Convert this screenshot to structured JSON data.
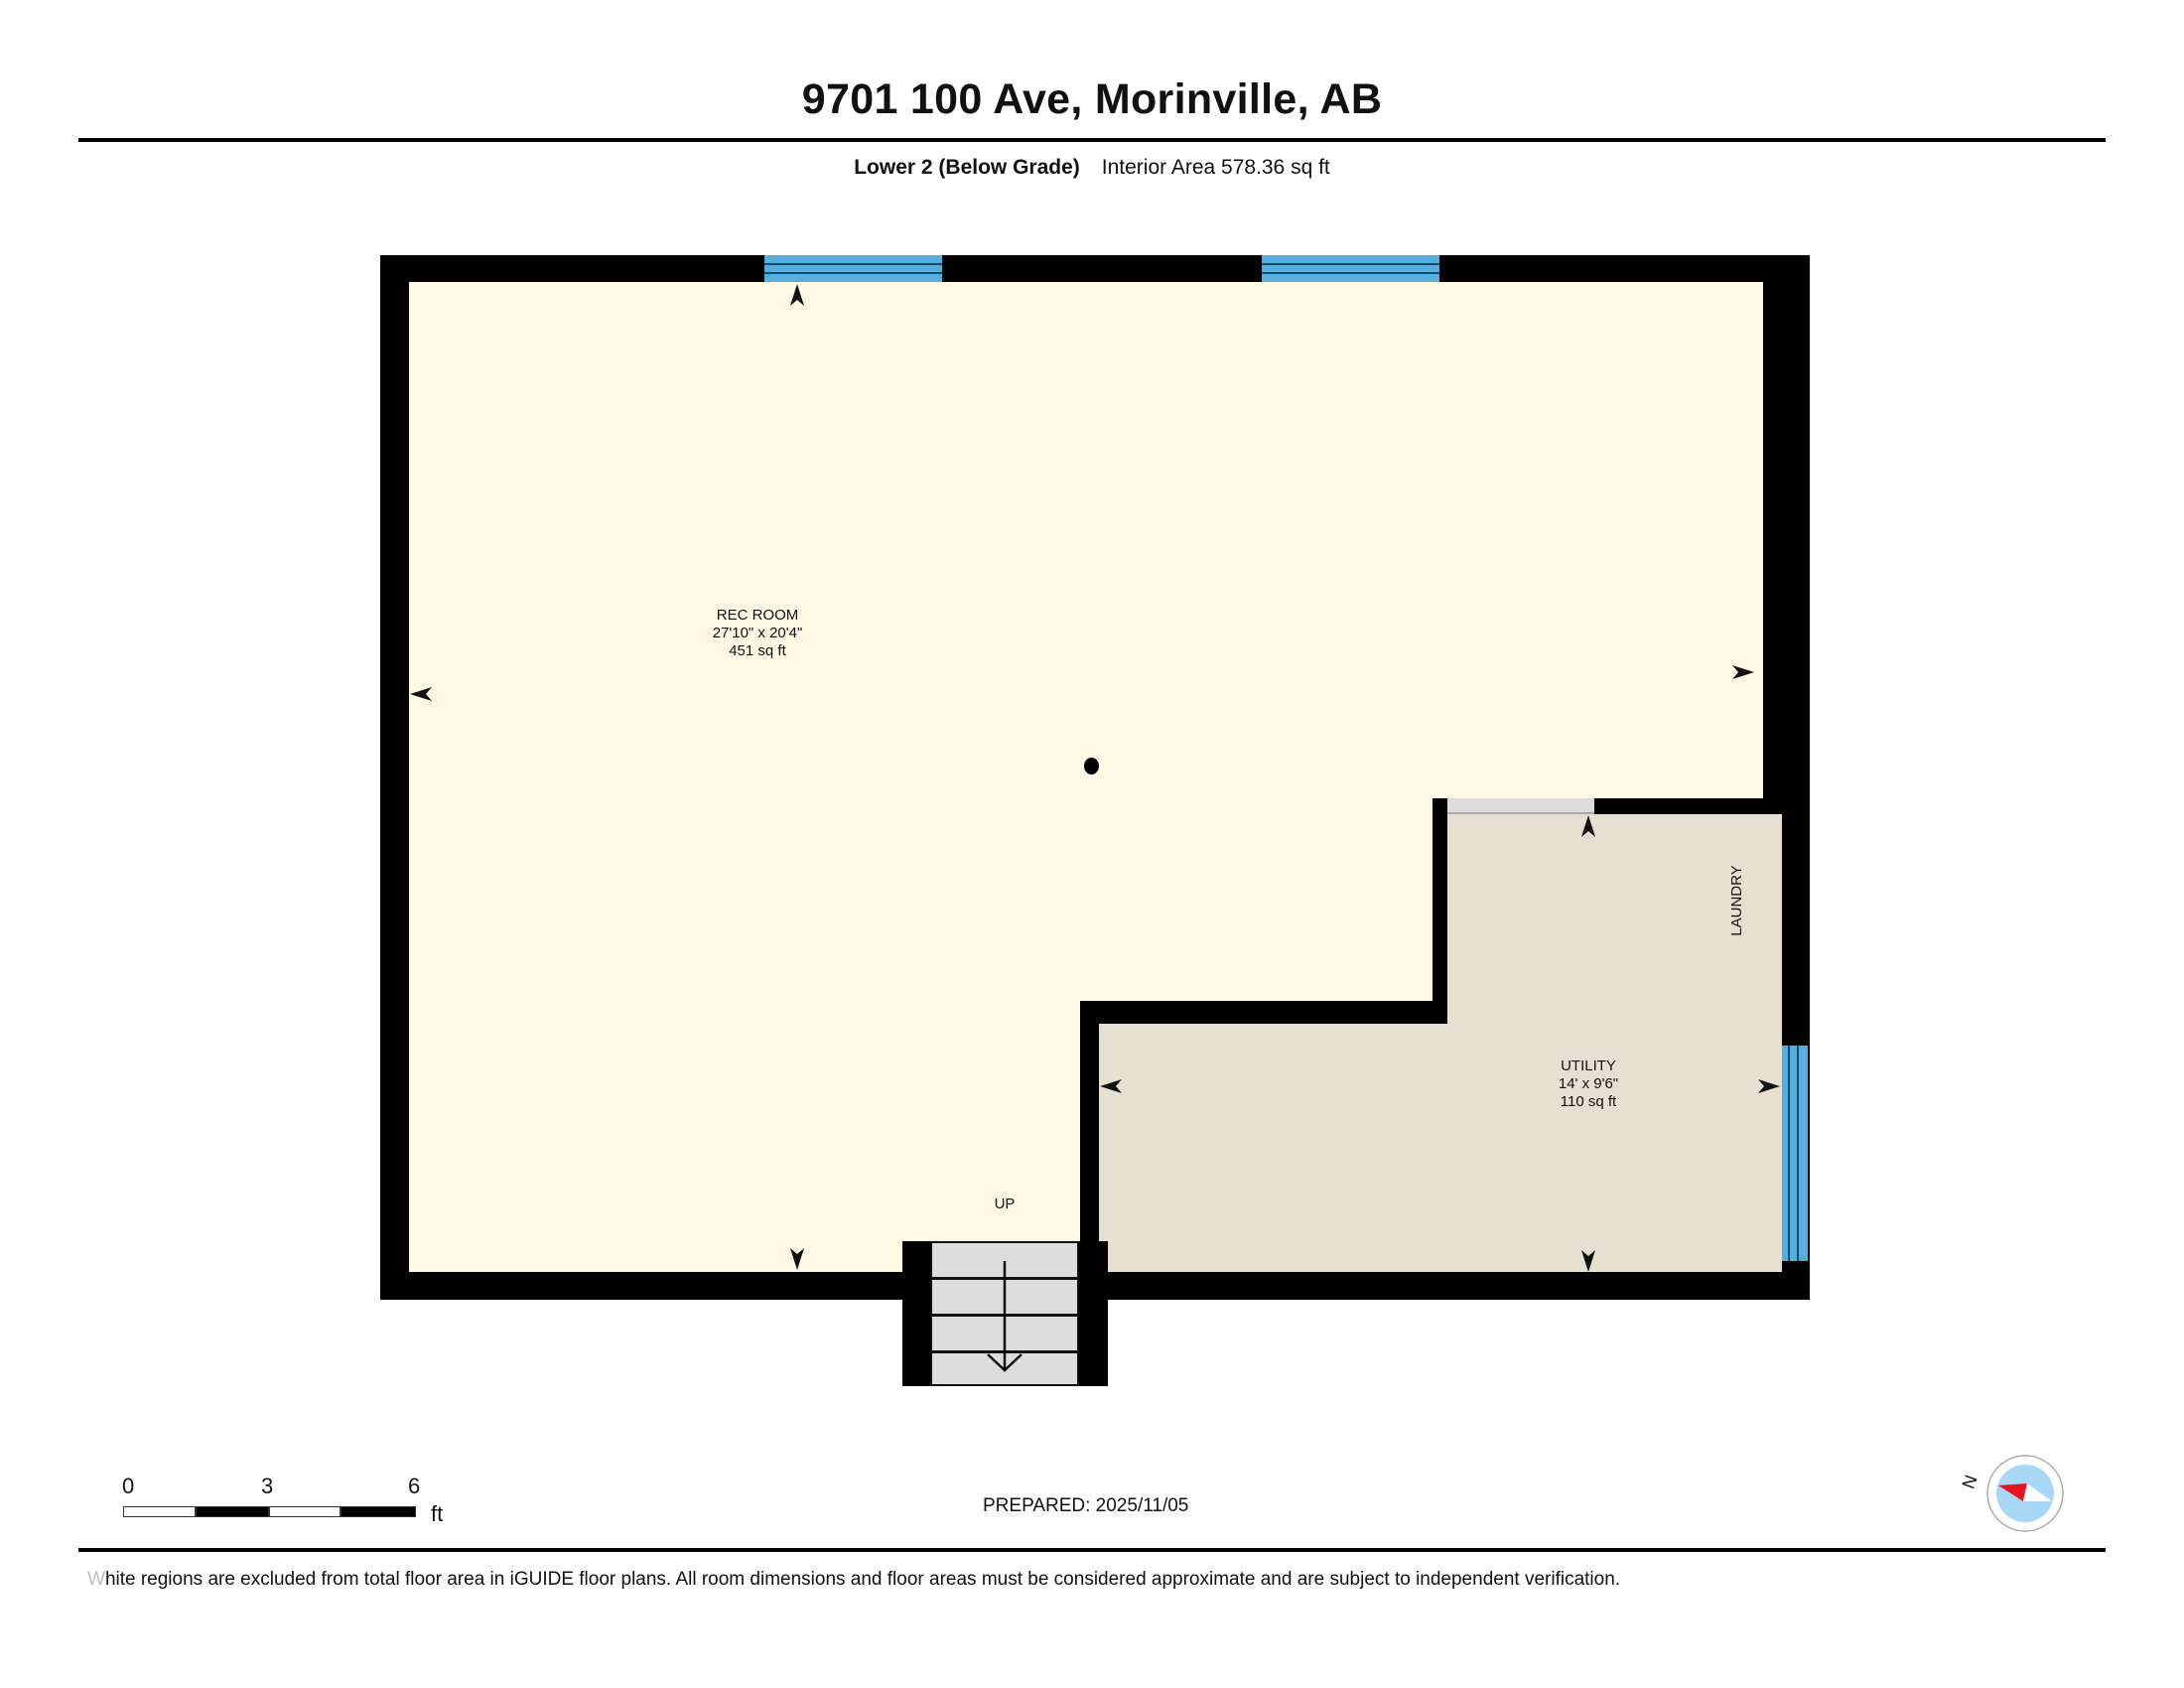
{
  "header": {
    "title": "9701 100 Ave, Morinville, AB",
    "level_label": "Lower 2 (Below Grade)",
    "interior_area": "Interior Area 578.36 sq ft"
  },
  "rooms": [
    {
      "name": "REC ROOM",
      "dimensions": "27'10\" x 20'4\"",
      "area": "451 sq ft",
      "color": "#fef8e4"
    },
    {
      "name": "UTILITY",
      "dimensions": "14' x 9'6\"",
      "area": "110 sq ft",
      "color": "#e7dfd1"
    }
  ],
  "annotations": {
    "laundry": "LAUNDRY",
    "stairs": "UP"
  },
  "scale_bar": {
    "ticks": [
      "0",
      "3",
      "6"
    ],
    "unit": "ft"
  },
  "prepared": "PREPARED: 2025/11/05",
  "compass": {
    "north_label": "N"
  },
  "footer": {
    "first_letter": "W",
    "disclaimer_rest": "hite regions are excluded from total floor area in iGUIDE floor plans. All room dimensions and floor areas must be considered approximate and are subject to independent verification."
  },
  "colors": {
    "wall": "#000000",
    "window": "#55aedd",
    "rec_room": "#fef8e4",
    "utility": "#e7dfd1",
    "stairs": "#dddddd",
    "compass_disc": "#a8d8f5",
    "compass_needle": "#e8141c"
  }
}
